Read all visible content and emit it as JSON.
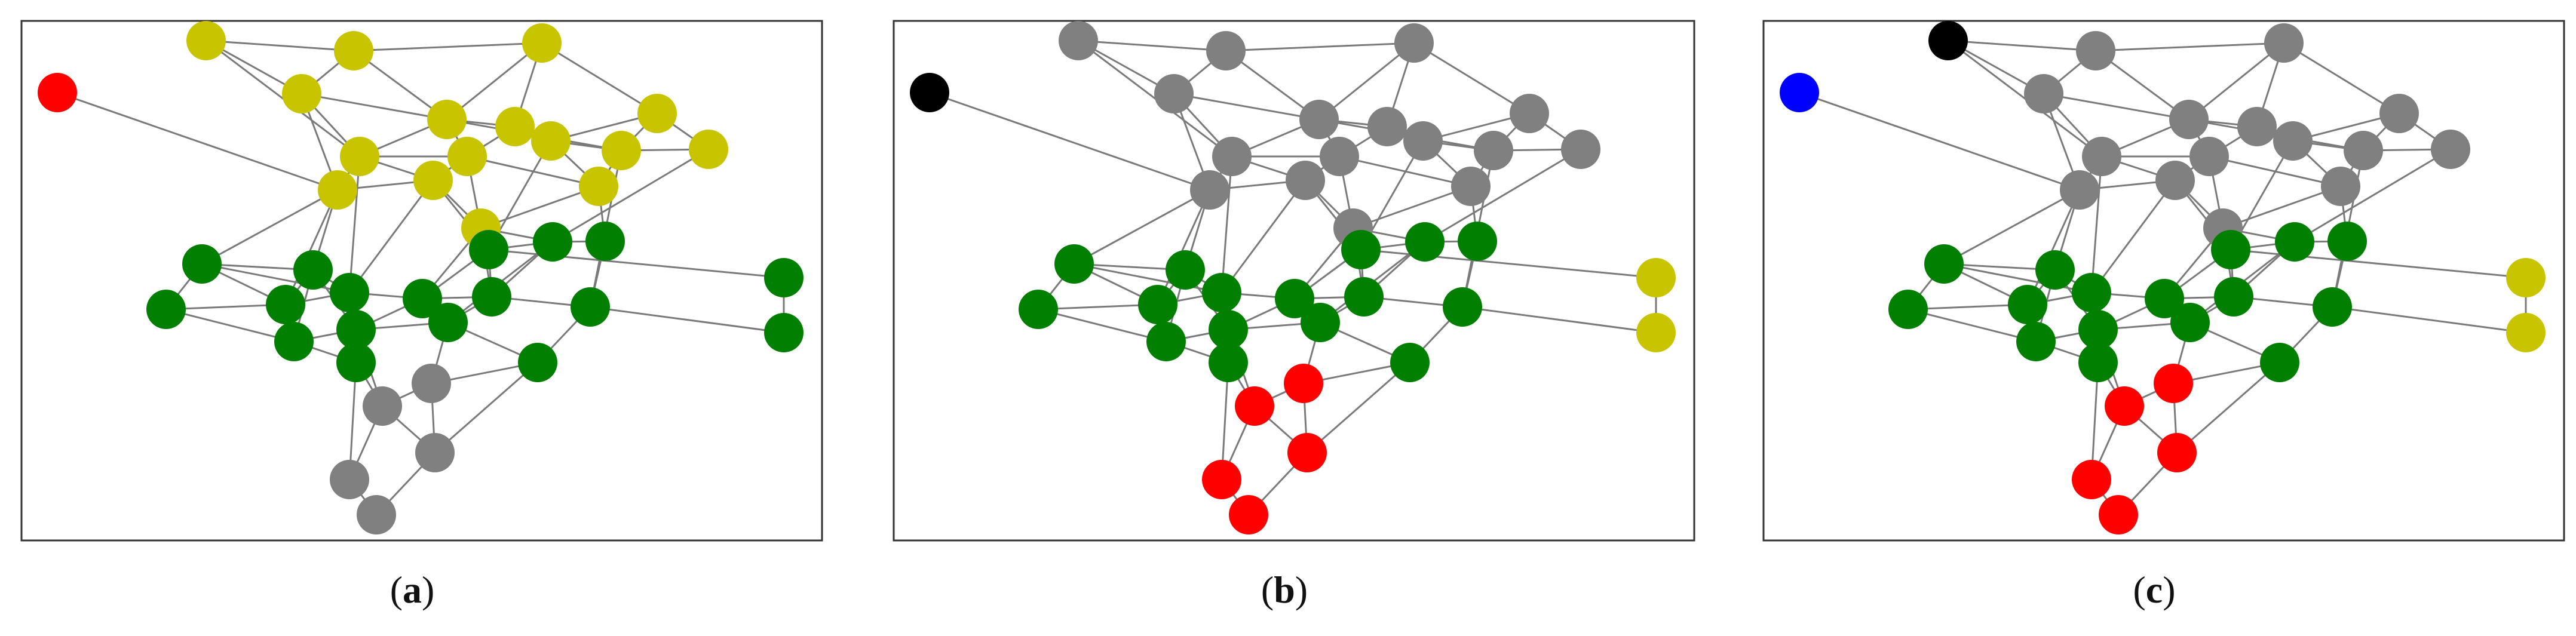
{
  "colors": {
    "gray": "#808080",
    "yellow": "#c8c400",
    "green": "#007f00",
    "red": "#ff0000",
    "black": "#000000",
    "blue": "#0000ff",
    "edge": "#7a7a7a",
    "frame": "#333333"
  },
  "panels": [
    {
      "id": "a",
      "caption_open": "(",
      "caption_letter": "a",
      "caption_close": ")",
      "node_colors": {
        "top": "yellow",
        "outlier": "red",
        "green": "green",
        "bottom": "gray",
        "right_pair": "green"
      }
    },
    {
      "id": "b",
      "caption_open": "(",
      "caption_letter": "b",
      "caption_close": ")",
      "node_colors": {
        "top": "gray",
        "outlier": "black",
        "green": "green",
        "bottom": "red",
        "right_pair": "yellow"
      }
    },
    {
      "id": "c",
      "caption_open": "(",
      "caption_letter": "c",
      "caption_close": ")",
      "node_colors": {
        "top": "gray",
        "outlier": "blue",
        "green": "green",
        "bottom": "red",
        "right_pair": "yellow",
        "top_left_special": "black"
      }
    }
  ]
}
